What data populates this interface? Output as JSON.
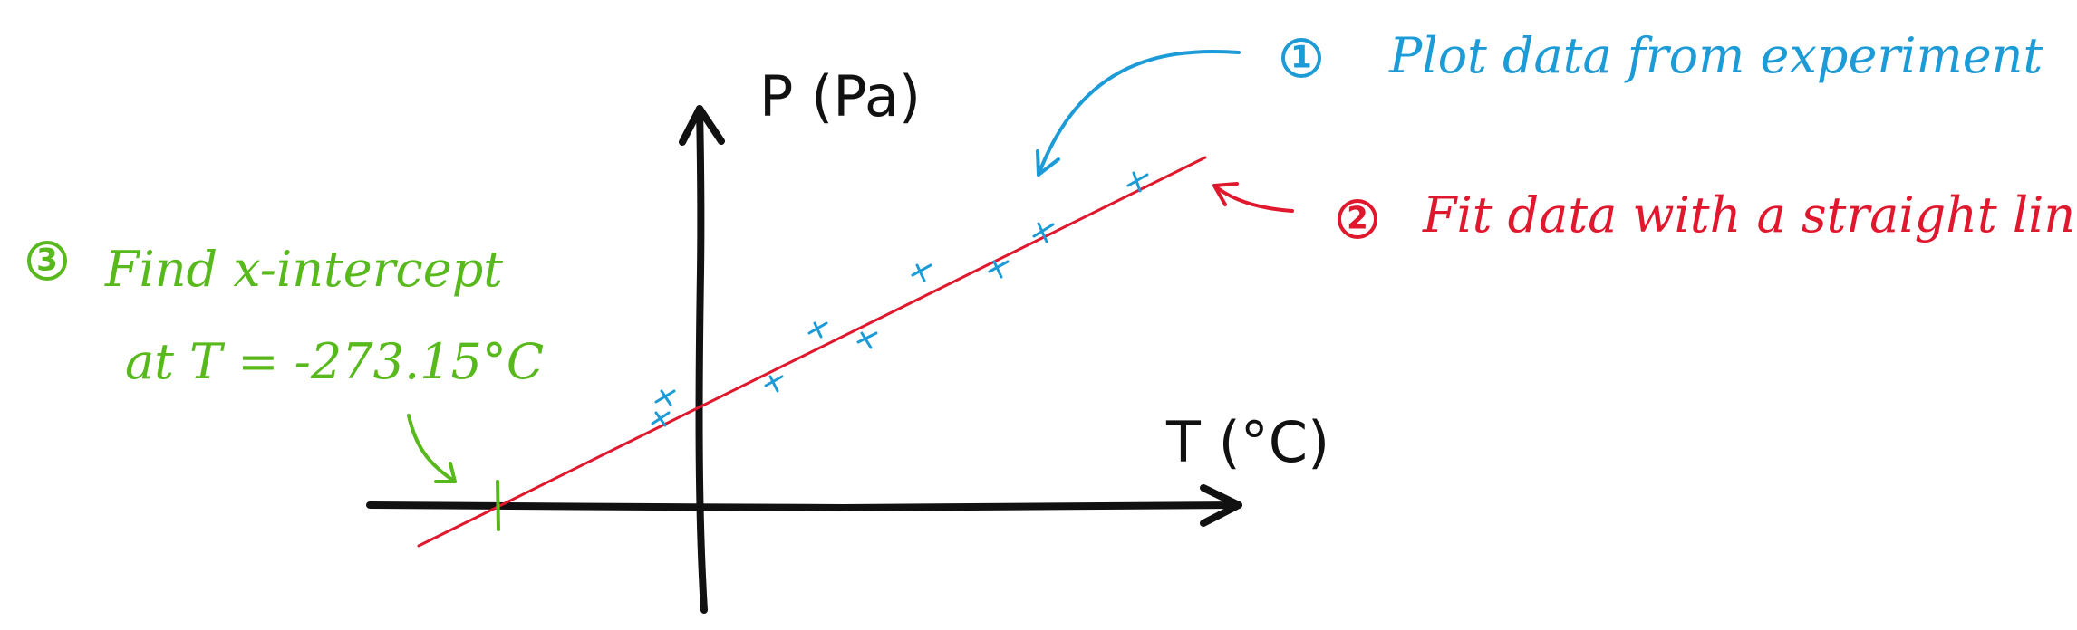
{
  "axes": {
    "y_label": "P (Pa)",
    "x_label": "T (°C)"
  },
  "annotations": {
    "step1": {
      "number": "1",
      "text": "Plot data from experiment",
      "color": "#1d9bd7"
    },
    "step2": {
      "number": "2",
      "text": "Fit data with a straight line",
      "color": "#e0182d"
    },
    "step3": {
      "number": "3",
      "line1": "Find x-intercept",
      "line2": "at T = -273.15°C",
      "color": "#58b91c"
    }
  },
  "colors": {
    "axis": "#111111",
    "fit_line": "#e0182d",
    "data_points": "#1d9bd7",
    "intercept_marker": "#58b91c"
  },
  "icons": {
    "data_point": "x-mark-icon",
    "arrow": "curved-arrow-icon"
  }
}
